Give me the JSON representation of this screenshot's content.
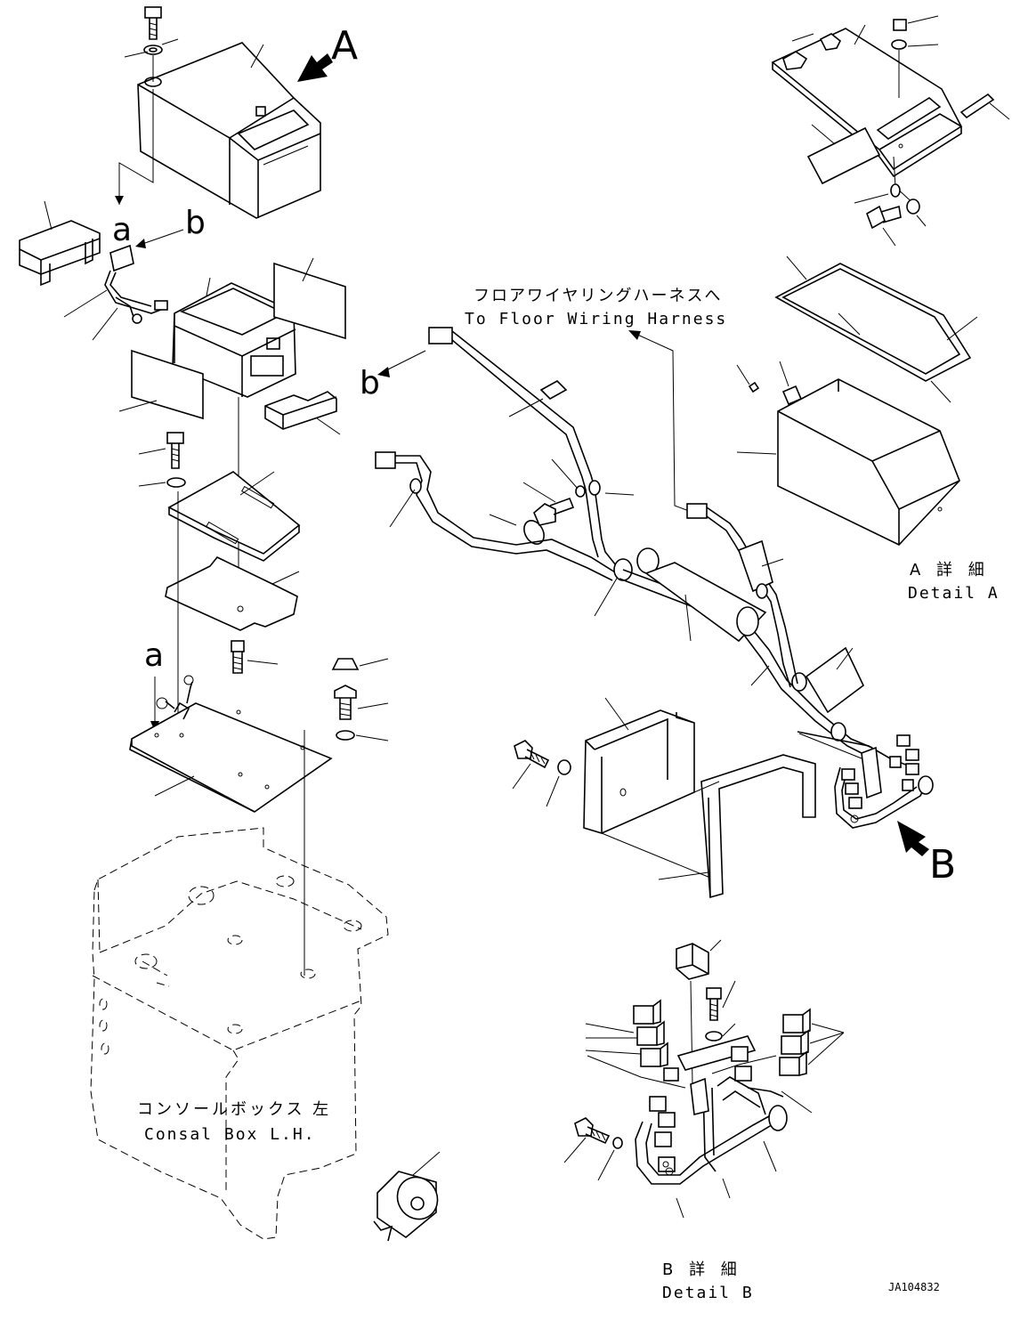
{
  "view_labels": {
    "A": "A",
    "B": "B",
    "a": "a",
    "b": "b"
  },
  "floor_harness": {
    "jp": "フロアワイヤリングハーネスへ",
    "en": "To Floor Wiring Harness"
  },
  "detail_a": {
    "jp": "A 詳 細",
    "en": "Detail A"
  },
  "detail_b": {
    "jp": "B 詳 細",
    "en": "Detail B"
  },
  "console_box": {
    "jp": "コンソールボックス 左",
    "en": "Consal Box L.H."
  },
  "drawing_number": "JA104832"
}
